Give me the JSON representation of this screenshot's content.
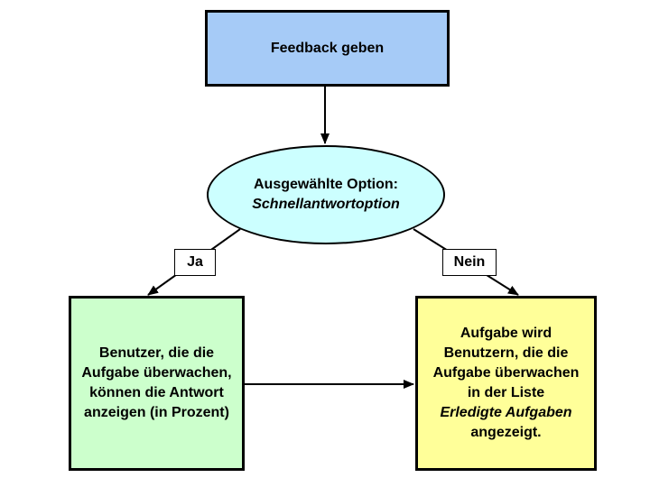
{
  "diagram": {
    "top_box": {
      "label": "Feedback geben",
      "fill": "#a6cbf7"
    },
    "decision": {
      "line1": "Ausgewählte Option:",
      "line2": "Schnellantwortoption",
      "fill": "#ccffff"
    },
    "yes_label": "Ja",
    "no_label": "Nein",
    "left_box": {
      "line1": "Benutzer, die die",
      "line2": "Aufgabe überwachen,",
      "line3": "können die Antwort",
      "line4": "anzeigen (in Prozent)",
      "fill": "#ccffcc"
    },
    "right_box": {
      "line1": "Aufgabe wird",
      "line2": "Benutzern, die die",
      "line3": "Aufgabe überwachen",
      "line4": "in der Liste",
      "line5": "Erledigte Aufgaben",
      "line6": "angezeigt.",
      "fill": "#ffff99"
    },
    "line_color": "#000000"
  }
}
